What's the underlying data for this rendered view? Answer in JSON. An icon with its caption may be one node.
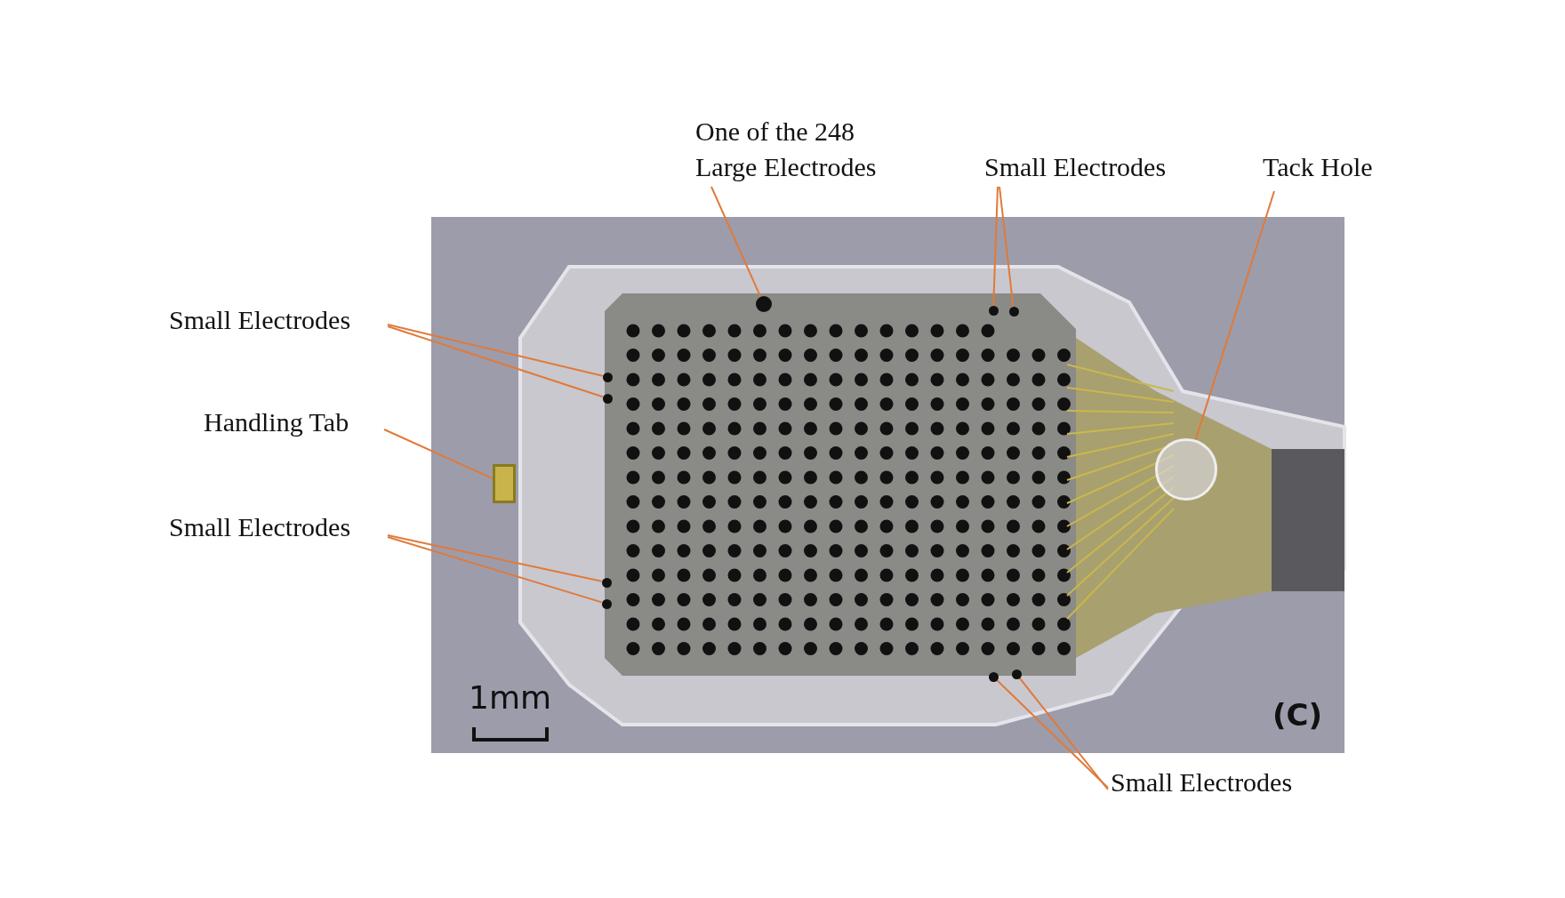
{
  "diagram": {
    "nodes": [
      {
        "text": [
          "One of the 248 Large Electrodes"
        ]
      },
      {
        "text": [
          "Small Electrodes"
        ]
      },
      {
        "text": [
          "Tack Hole"
        ]
      },
      {
        "text": [
          "Small Electrodes"
        ]
      },
      {
        "text": [
          "Handling Tab"
        ]
      },
      {
        "text": [
          "Small Electrodes"
        ]
      },
      {
        "text": [
          "Small Electrodes"
        ]
      },
      {
        "text": [],
        "shape": "circle"
      },
      {
        "text": [],
        "shape": "circle"
      },
      {
        "text": [],
        "shape": "circle"
      },
      {
        "text": [],
        "shape": "circle"
      },
      {
        "text": [],
        "shape": "circle"
      },
      {
        "text": [],
        "shape": "circle"
      },
      {
        "text": [],
        "shape": "box"
      },
      {
        "text": [],
        "shape": "circle"
      },
      {
        "text": [],
        "shape": "circle"
      },
      {
        "text": [],
        "shape": "circle"
      },
      {
        "text": [],
        "shape": "circle"
      }
    ],
    "edges": [
      {
        "from": 0,
        "to": 7,
        "arrow": "none"
      },
      {
        "from": 1,
        "to": 8,
        "arrow": "none"
      },
      {
        "from": 1,
        "to": 9,
        "arrow": "none"
      },
      {
        "from": 2,
        "to": 10,
        "arrow": "none"
      },
      {
        "from": 3,
        "to": 11,
        "arrow": "none"
      },
      {
        "from": 3,
        "to": 12,
        "arrow": "none"
      },
      {
        "from": 4,
        "to": 13,
        "arrow": "none"
      },
      {
        "from": 5,
        "to": 14,
        "arrow": "none"
      },
      {
        "from": 5,
        "to": 15,
        "arrow": "none"
      },
      {
        "from": 6,
        "to": 16,
        "arrow": "none"
      },
      {
        "from": 6,
        "to": 17,
        "arrow": "none"
      }
    ],
    "labels": [
      "1mm",
      "(C)"
    ]
  }
}
